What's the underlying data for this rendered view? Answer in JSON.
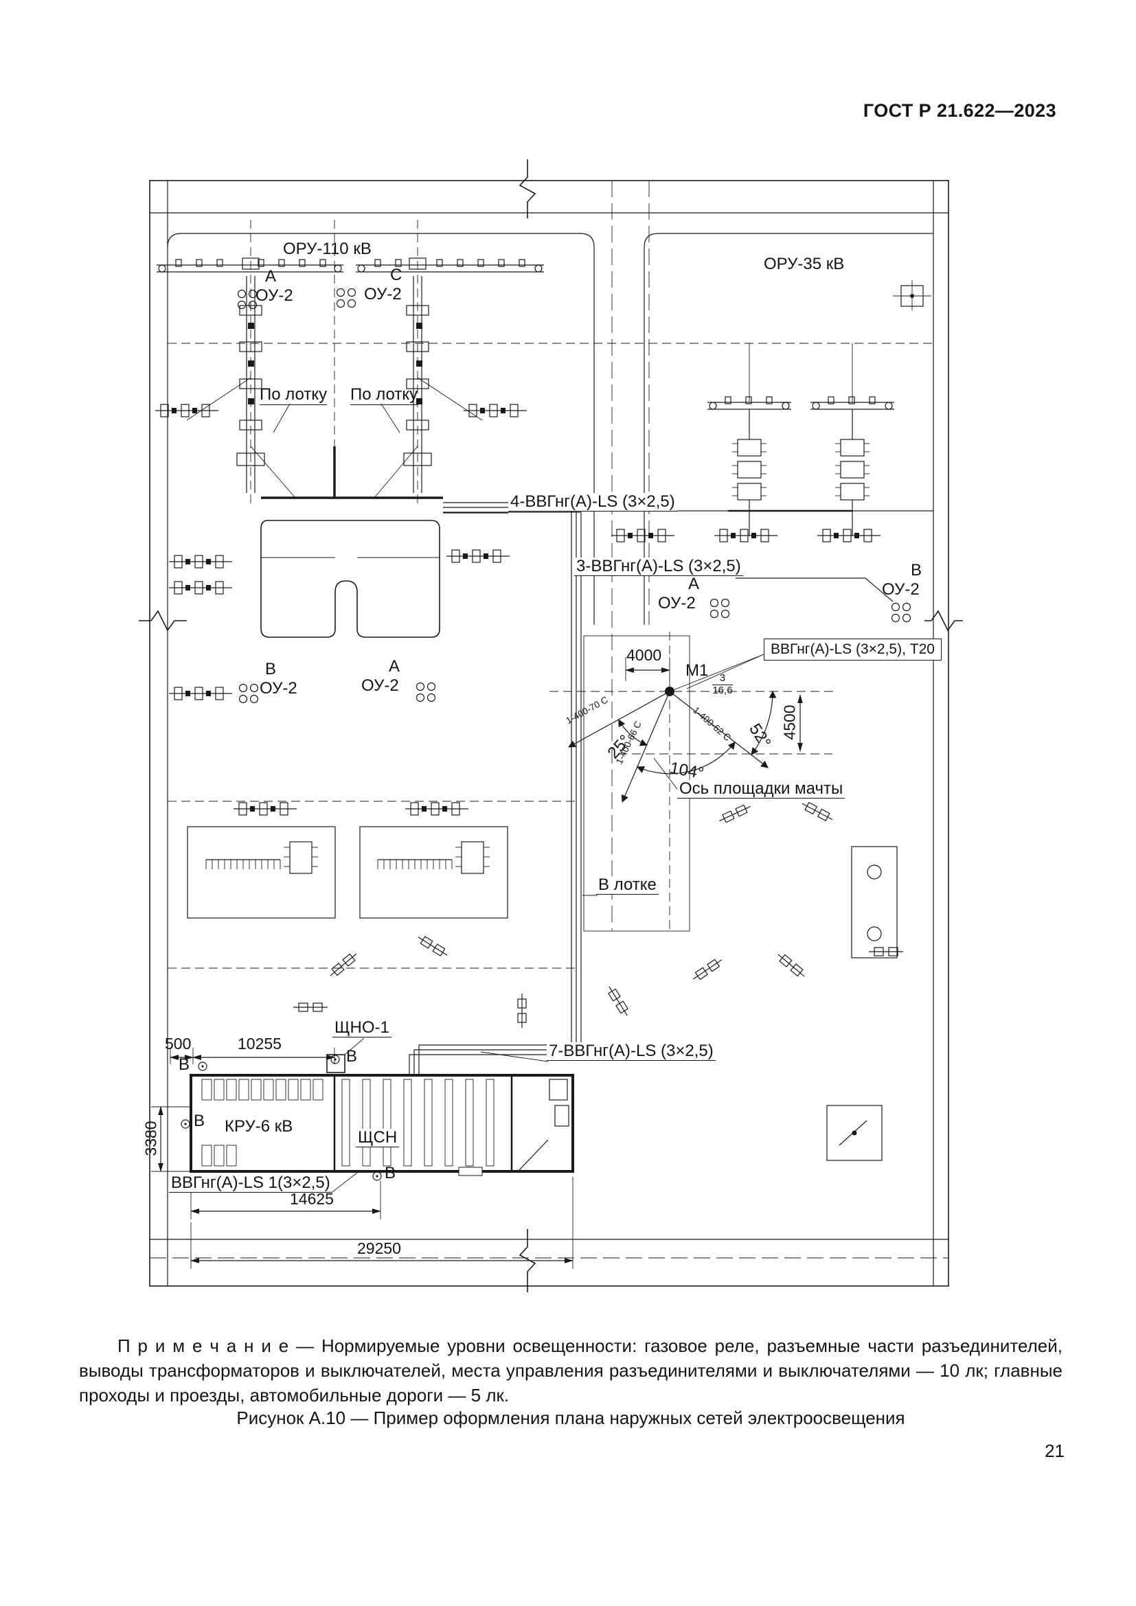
{
  "header": {
    "title": "ГОСТ Р 21.622—2023"
  },
  "drawing": {
    "areas": {
      "oru110": "ОРУ-110 кВ",
      "oru35": "ОРУ-35 кВ"
    },
    "labels": {
      "po_lotku": "По лотку",
      "cable4": "4-ВВГнг(А)-LS (3×2,5)",
      "cable3": "3-ВВГнг(А)-LS (3×2,5)",
      "cable_t20": "ВВГнг(А)-LS (3×2,5), Т20",
      "cable7": "7-ВВГнг(А)-LS (3×2,5)",
      "cable1": "ВВГнг(А)-LS 1(3×2,5)",
      "v_lotke": "В лотке",
      "axis": "Ось площадки мачты",
      "shchno1": "ЩНО-1",
      "kru6": "КРУ-6 кВ",
      "shchsn": "ЩСН",
      "m1": "М1",
      "m1_num": "3",
      "m1_den": "16,6",
      "ou2": "ОУ-2",
      "phase_a": "А",
      "phase_b": "В",
      "phase_c": "С"
    },
    "dimensions": {
      "d4000": "4000",
      "d4500": "4500",
      "d500": "500",
      "d10255": "10255",
      "d3380": "3380",
      "d14625": "14625",
      "d29250": "29250"
    },
    "angles": {
      "a25": "25°",
      "a104": "104°",
      "a52": "52°"
    },
    "cable_tags": {
      "t1": "1-400-70 С",
      "t2": "1-400-66 С",
      "t3": "1-400-62 С"
    }
  },
  "note": {
    "label": "П р и м е ч а н и е",
    "text": "— Нормируемые уровни освещенности: газовое реле, разъемные части разъединителей, выводы трансформаторов и выключателей, места управления разъединителями и выключателями — 10 лк; главные проходы и проезды, автомобильные дороги — 5 лк."
  },
  "caption": "Рисунок А.10 — Пример оформления плана наружных сетей электроосвещения",
  "page_number": "21"
}
